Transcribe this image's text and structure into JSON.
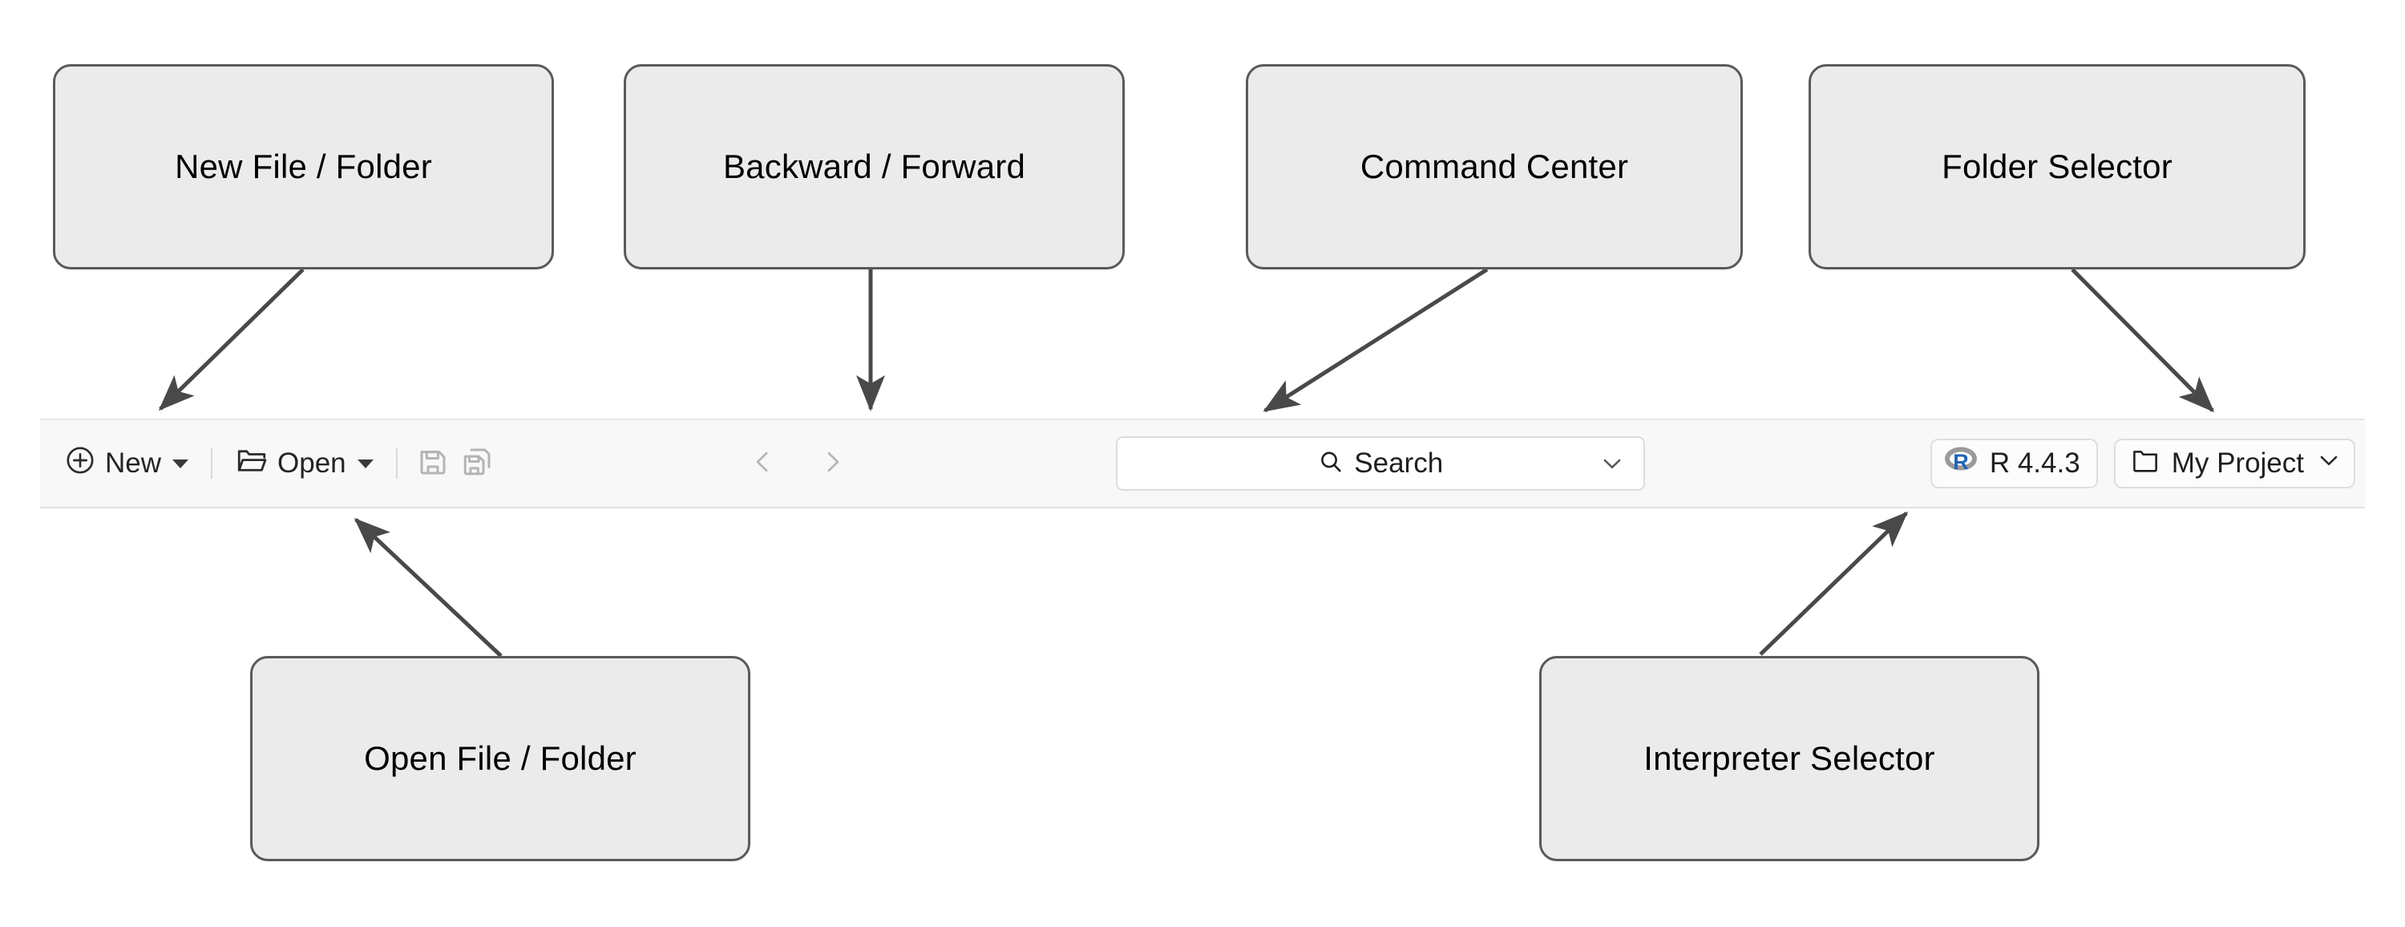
{
  "toolbar": {
    "new_button": {
      "label": "New",
      "icon": "plus-circle-icon",
      "caret": "chevron-down-icon"
    },
    "open_button": {
      "label": "Open",
      "icon": "folder-open-icon",
      "caret": "chevron-down-icon"
    },
    "save_button": {
      "icon": "save-icon",
      "state": "disabled"
    },
    "save_all_button": {
      "icon": "save-all-icon",
      "state": "disabled"
    },
    "back_button": {
      "icon": "chevron-left-icon",
      "state": "disabled"
    },
    "forward_button": {
      "icon": "chevron-right-icon",
      "state": "disabled"
    },
    "command_center": {
      "icon": "search-icon",
      "text": "Search",
      "placeholder": "Search",
      "chevron": "chevron-down-icon"
    },
    "interpreter_selector": {
      "icon": "r-logo-icon",
      "label": "R 4.4.3"
    },
    "folder_selector": {
      "icon": "folder-icon",
      "label": "My Project",
      "chevron": "chevron-down-icon"
    }
  },
  "annotations": [
    {
      "id": "new-file-folder",
      "label": "New File / Folder"
    },
    {
      "id": "backward-forward",
      "label": "Backward / Forward"
    },
    {
      "id": "command-center",
      "label": "Command Center"
    },
    {
      "id": "folder-selector",
      "label": "Folder Selector"
    },
    {
      "id": "open-file-folder",
      "label": "Open File / Folder"
    },
    {
      "id": "interpreter-selector",
      "label": "Interpreter Selector"
    }
  ],
  "colors": {
    "callout_fill": "#ebebeb",
    "callout_border": "#5a5a5a",
    "arrow": "#494949",
    "toolbar_bg": "#f8f8f8",
    "r_logo_blue": "#2165b6",
    "r_logo_gray": "#9a9a9a",
    "disabled_icon": "#b4b4b4",
    "text": "#1f1f1f"
  }
}
